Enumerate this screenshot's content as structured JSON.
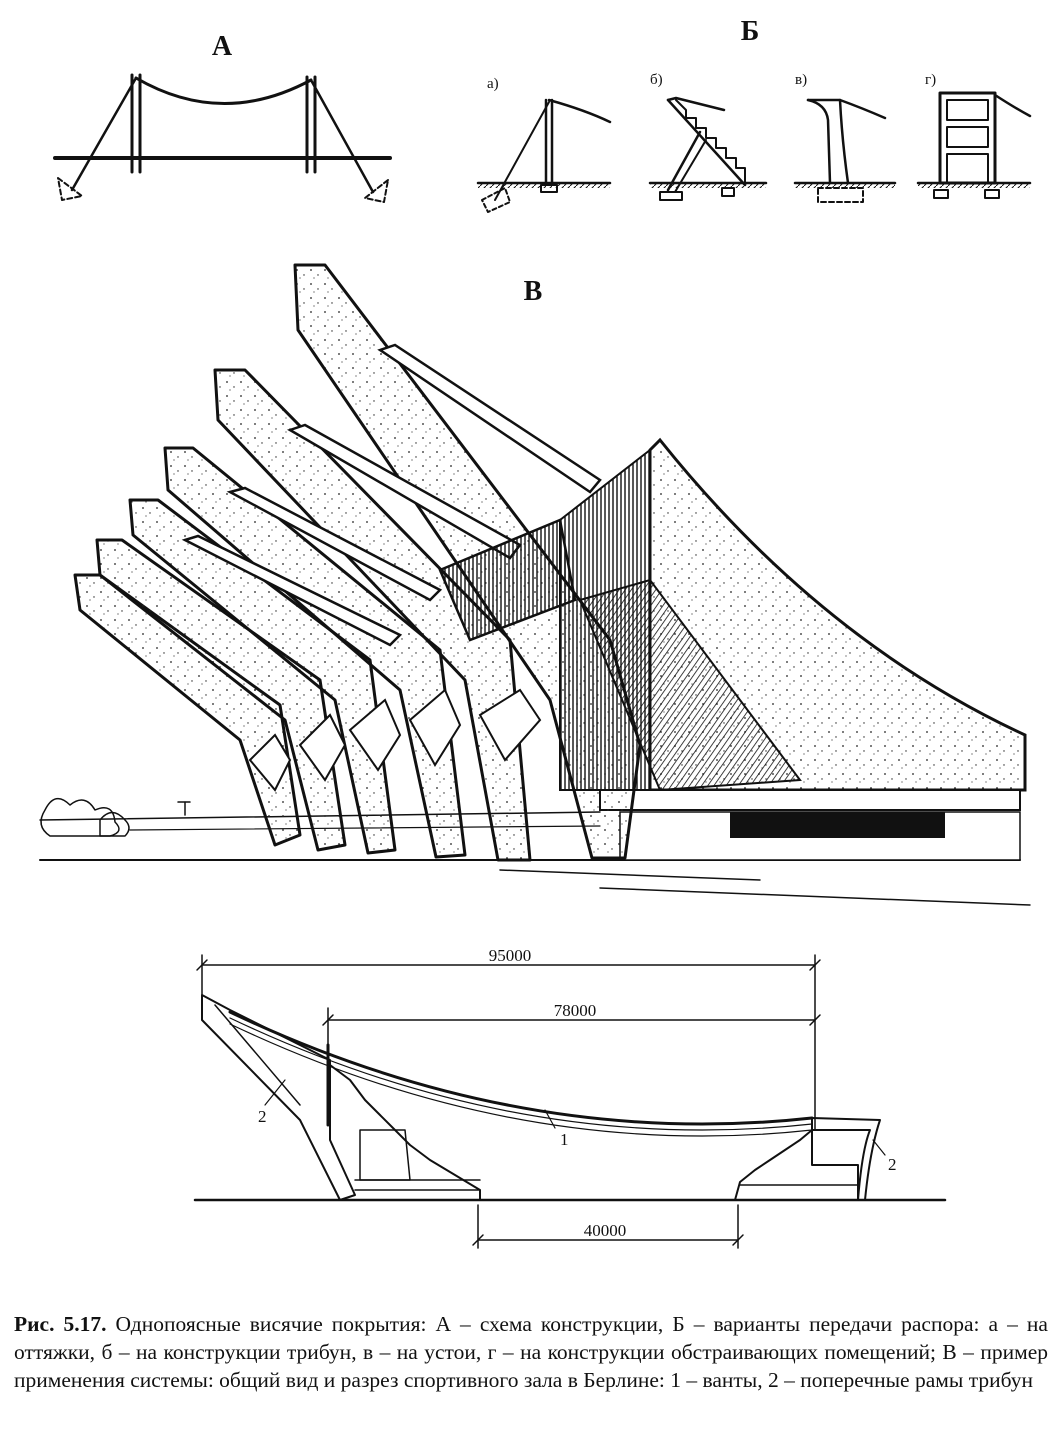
{
  "labels": {
    "a": "А",
    "b": "Б",
    "v": "В"
  },
  "variants": [
    "а)",
    "б)",
    "в)",
    "г)"
  ],
  "dimensions": {
    "total": "95000",
    "span": "78000",
    "arena": "40000"
  },
  "markers": {
    "cable": "1",
    "frame_left": "2",
    "frame_right": "2"
  },
  "caption": {
    "number": "Рис. 5.17.",
    "text": " Однопоясные висячие покрытия: А – схема конструкции, Б – варианты передачи распора: а – на оттяжки, б – на конструкции трибун, в – на устои, г – на конструкции обстраивающих помещений; В – пример применения системы: общий вид и разрез спортивного зала в Берлине: 1 – ванты, 2 – поперечные рамы трибун"
  }
}
